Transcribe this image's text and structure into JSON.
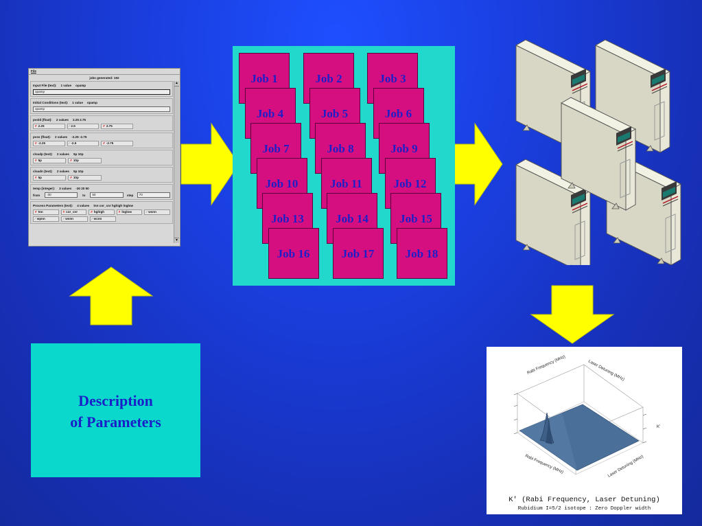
{
  "gui": {
    "menu_file": "File",
    "jobs_generated": "jobs generated: 192",
    "sections": [
      {
        "label": "Input File (text):",
        "count": "1 value",
        "value": "opamp",
        "field": "opamp"
      },
      {
        "label": "Initial Conditions (text):",
        "count": "1 value",
        "value": "opamp",
        "field": "opamp"
      },
      {
        "label": "pvold (float):",
        "count": "2 values",
        "value": "2.25 2.75",
        "chips": [
          "2.25",
          "2.5",
          "2.75"
        ]
      },
      {
        "label": "pvss (float):",
        "count": "2 values",
        "value": "-2.25 -2.75",
        "chips": [
          "-2.25",
          "-2.5",
          "-2.75"
        ]
      },
      {
        "label": "cloadp (text):",
        "count": "2 values",
        "value": "5p 10p",
        "chips": [
          "5p",
          "10p"
        ]
      },
      {
        "label": "cloadn (text):",
        "count": "2 values",
        "value": "5p 10p",
        "chips": [
          "5p",
          "10p"
        ]
      },
      {
        "label": "temp (integer):",
        "count": "3 values",
        "value": "-30 20 50",
        "from_label": "from",
        "from": "-30",
        "to_label": "to",
        "to": "50",
        "step_label": "step",
        "step": "70"
      },
      {
        "label": "Process Parameters (text):",
        "count": "4 values",
        "value": "tnn cor_cnr hghigh lnglow",
        "chips_row1": [
          "tnn",
          "cor_cnr",
          "hghigh",
          "lnglow",
          "wsnn"
        ],
        "chips_row2": [
          "wpnn",
          "wsnn",
          "wcnn"
        ]
      }
    ]
  },
  "jobs": [
    "Job 1",
    "Job 2",
    "Job 3",
    "Job 4",
    "Job 5",
    "Job 6",
    "Job 7",
    "Job 8",
    "Job 9",
    "Job 10",
    "Job 11",
    "Job 12",
    "Job 13",
    "Job 14",
    "Job 15",
    "Job 16",
    "Job 17",
    "Job 18"
  ],
  "description": {
    "line1": "Description",
    "line2": "of Parameters"
  },
  "plot": {
    "title": "K' (Rabi Frequency, Laser Detuning)",
    "subtitle": "Rubidium I=5/2 isotope  :  Zero Doppler width",
    "axis_rabi": "Rabi Frequency (MHz)",
    "axis_laser": "Laser Detuning (MHz)",
    "axis_k": "K'"
  },
  "colors": {
    "background": "#1a3fe0",
    "arrow": "#ffff00",
    "board": "#22d8cc",
    "job_card": "#d60f80",
    "job_text": "#1e1ec8",
    "description_box": "#0ad8cc",
    "description_text": "#1a20c8"
  }
}
